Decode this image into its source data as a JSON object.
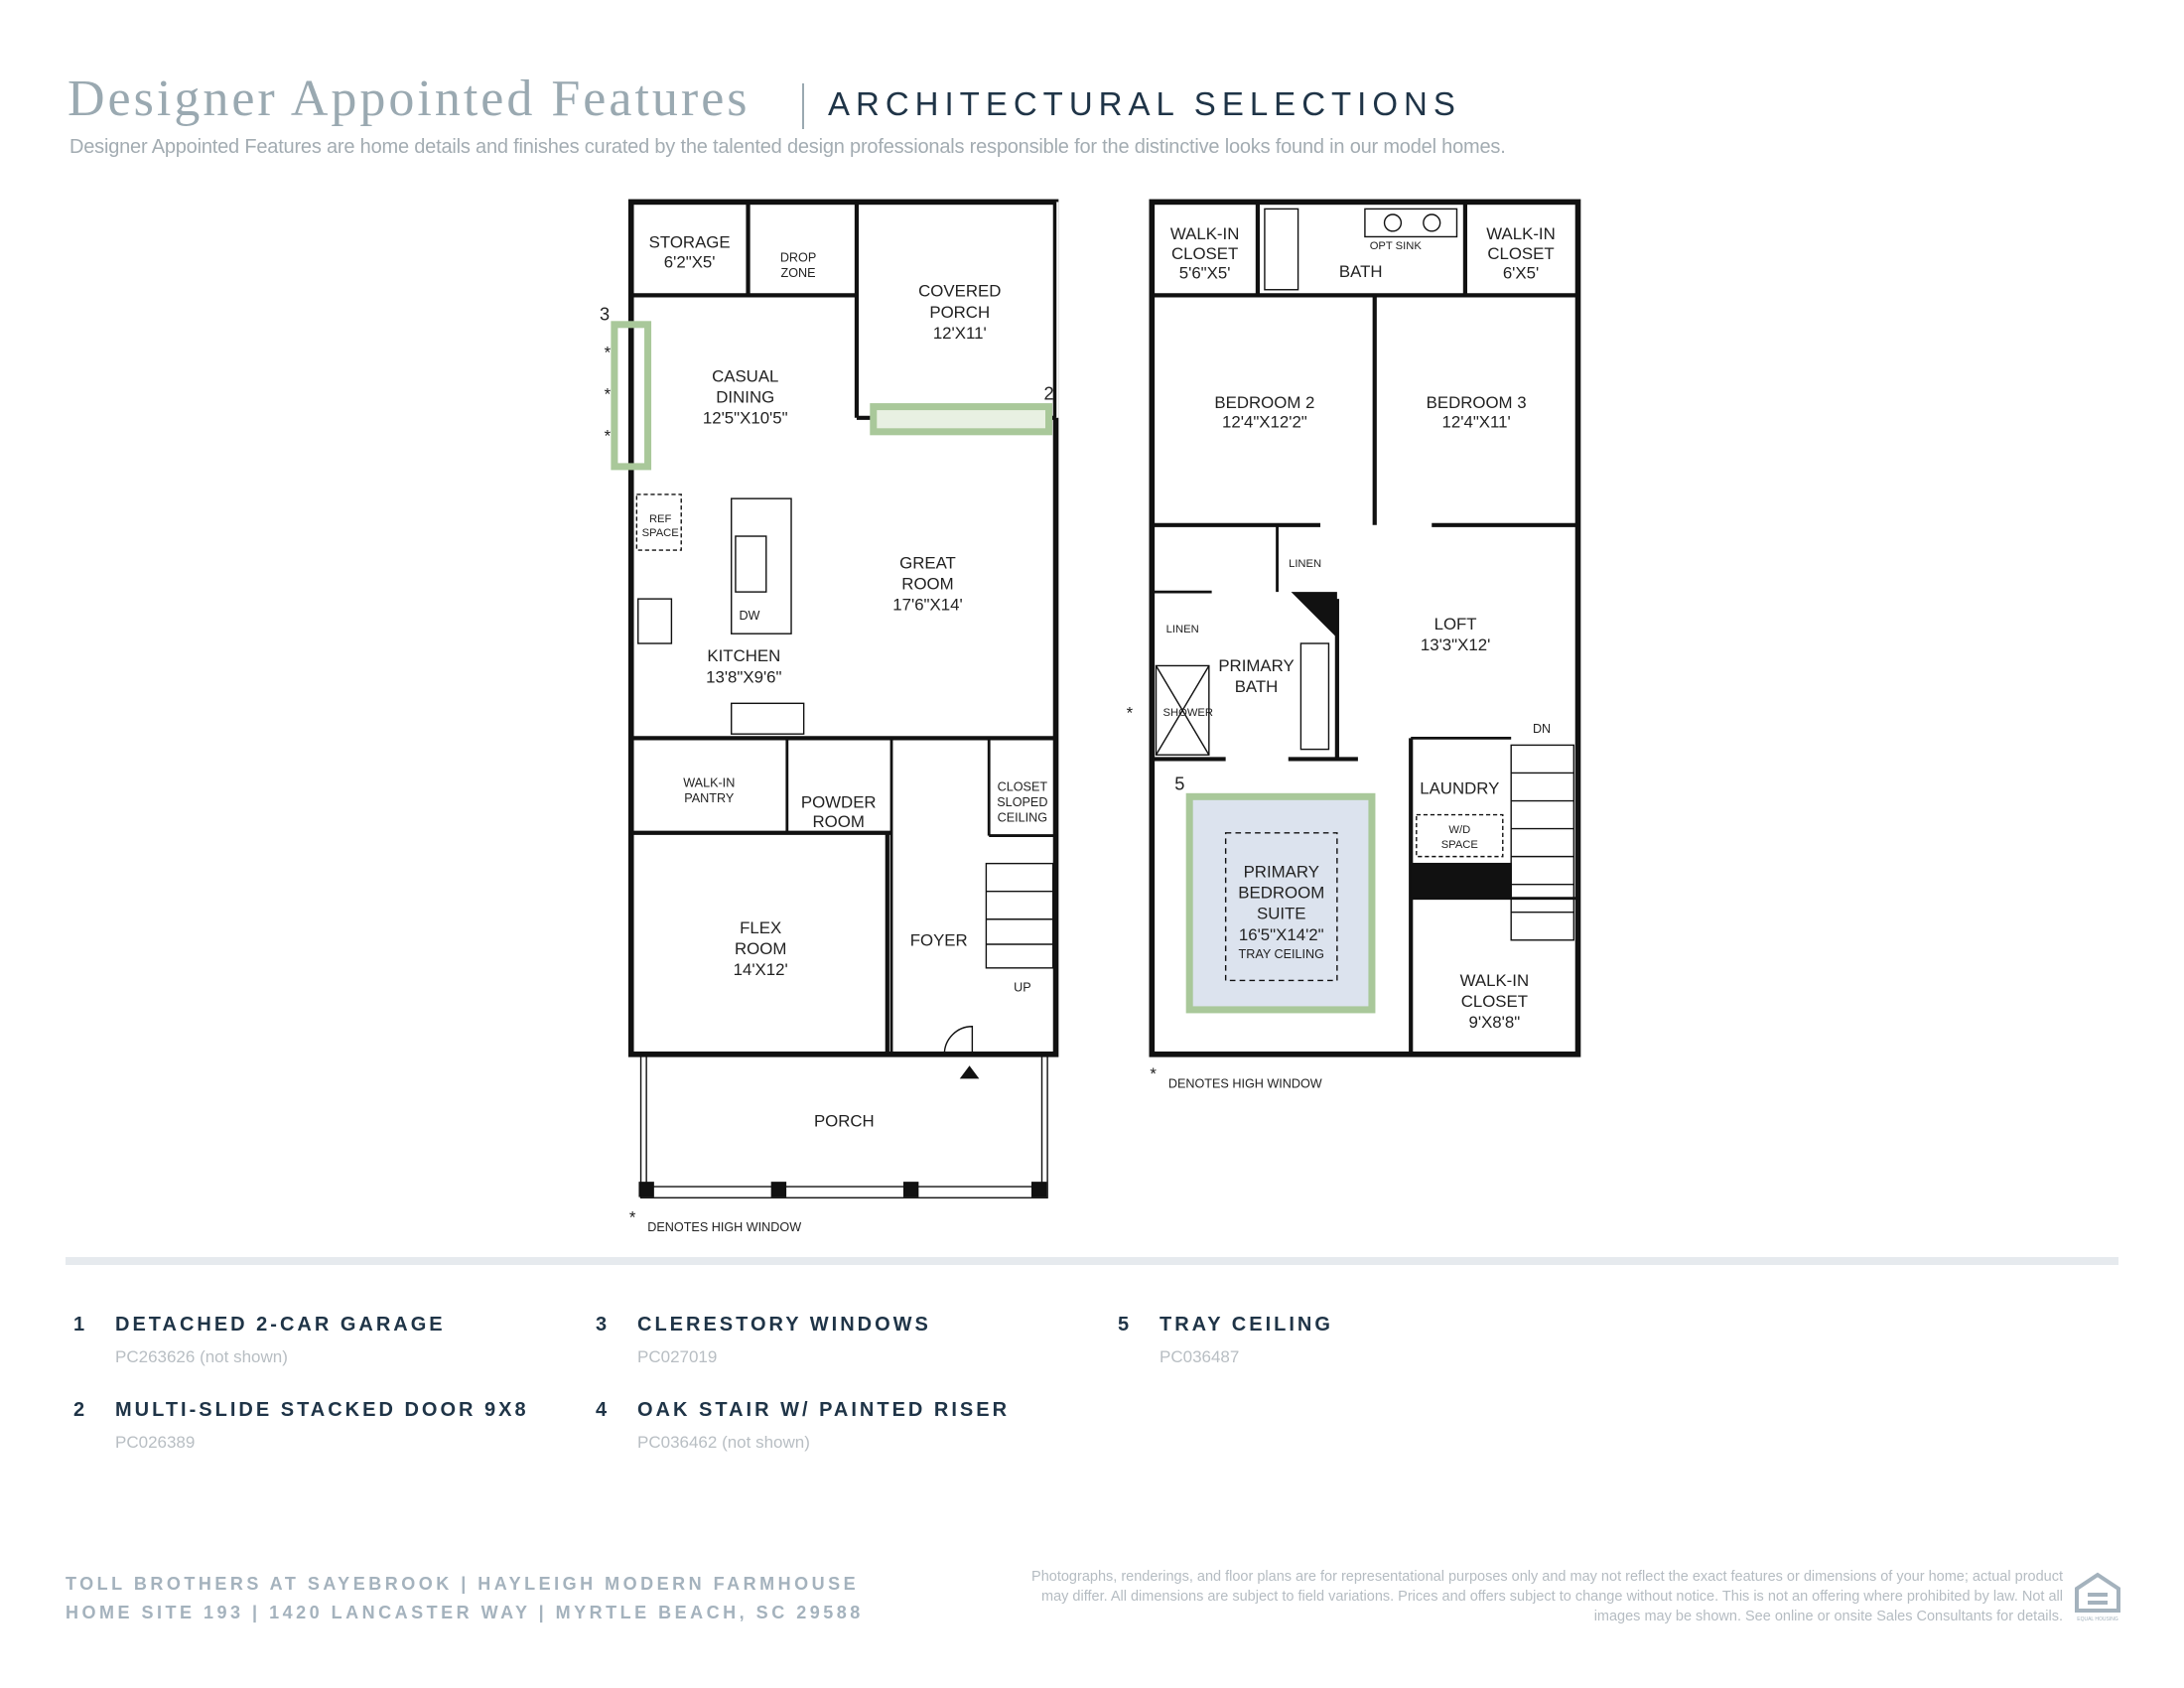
{
  "header": {
    "title": "Designer Appointed Features",
    "subtitle": "ARCHITECTURAL SELECTIONS",
    "description": "Designer Appointed Features are home details and finishes curated by the talented design professionals responsible for the distinctive looks found in our model homes."
  },
  "colors": {
    "highlight": "#a9c89a",
    "tray_fill": "#dce3ee",
    "navy": "#1f3447"
  },
  "first_floor": {
    "rooms": {
      "storage": "STORAGE",
      "storage_dim": "6'2\"X5'",
      "drop1": "DROP",
      "drop2": "ZONE",
      "cporch1": "COVERED",
      "cporch2": "PORCH",
      "cporch_dim": "12'X11'",
      "casual1": "CASUAL",
      "casual2": "DINING",
      "casual_dim": "12'5\"X10'5\"",
      "ref1": "REF",
      "ref2": "SPACE",
      "dw": "DW",
      "great1": "GREAT",
      "great2": "ROOM",
      "great_dim": "17'6\"X14'",
      "kitchen": "KITCHEN",
      "kitchen_dim": "13'8\"X9'6\"",
      "pantry1": "WALK-IN",
      "pantry2": "PANTRY",
      "powder1": "POWDER",
      "powder2": "ROOM",
      "closet1": "CLOSET",
      "closet2": "SLOPED",
      "closet3": "CEILING",
      "flex1": "FLEX",
      "flex2": "ROOM",
      "flex_dim": "14'X12'",
      "foyer": "FOYER",
      "up": "UP",
      "porch": "PORCH"
    },
    "markers": {
      "m2": "2",
      "m3": "3"
    },
    "note": "DENOTES HIGH WINDOW"
  },
  "second_floor": {
    "rooms": {
      "wic1a": "WALK-IN",
      "wic1b": "CLOSET",
      "wic1_dim": "5'6\"X5'",
      "bath": "BATH",
      "opt_sink": "OPT SINK",
      "wic2a": "WALK-IN",
      "wic2b": "CLOSET",
      "wic2_dim": "6'X5'",
      "bed2": "BEDROOM 2",
      "bed2_dim": "12'4\"X12'2\"",
      "bed3": "BEDROOM 3",
      "bed3_dim": "12'4\"X11'",
      "linen1": "LINEN",
      "linen2": "LINEN",
      "pbath1": "PRIMARY",
      "pbath2": "BATH",
      "shower": "SHOWER",
      "loft": "LOFT",
      "loft_dim": "13'3\"X12'",
      "dn": "DN",
      "laundry": "LAUNDRY",
      "wd1": "W/D",
      "wd2": "SPACE",
      "pbed1": "PRIMARY",
      "pbed2": "BEDROOM",
      "pbed3": "SUITE",
      "pbed_dim": "16'5\"X14'2\"",
      "tray": "TRAY CEILING",
      "wic3a": "WALK-IN",
      "wic3b": "CLOSET",
      "wic3_dim": "9'X8'8\""
    },
    "markers": {
      "m5": "5"
    },
    "note": "DENOTES HIGH WINDOW"
  },
  "features": [
    {
      "num": "1",
      "name": "DETACHED 2-CAR GARAGE",
      "code": "PC263626 (not shown)"
    },
    {
      "num": "2",
      "name": "MULTI-SLIDE STACKED DOOR 9X8",
      "code": "PC026389"
    },
    {
      "num": "3",
      "name": "CLERESTORY WINDOWS",
      "code": "PC027019"
    },
    {
      "num": "4",
      "name": "OAK STAIR W/ PAINTED RISER",
      "code": "PC036462 (not shown)"
    },
    {
      "num": "5",
      "name": "TRAY CEILING",
      "code": "PC036487"
    }
  ],
  "footer": {
    "line1": "TOLL BROTHERS AT SAYEBROOK  |  HAYLEIGH MODERN FARMHOUSE",
    "line2": "HOME SITE 193  |  1420 LANCASTER WAY  |  MYRTLE BEACH, SC 29588",
    "disclaimer": "Photographs, renderings, and floor plans are for representational purposes only and may not reflect the exact features or dimensions of your home; actual product may differ. All dimensions are subject to field variations. Prices and offers subject to change without notice. This is not an offering where prohibited by law. Not all images may be shown. See online or onsite Sales Consultants for details.",
    "logo_text": "EQUAL HOUSING OPPORTUNITY"
  }
}
